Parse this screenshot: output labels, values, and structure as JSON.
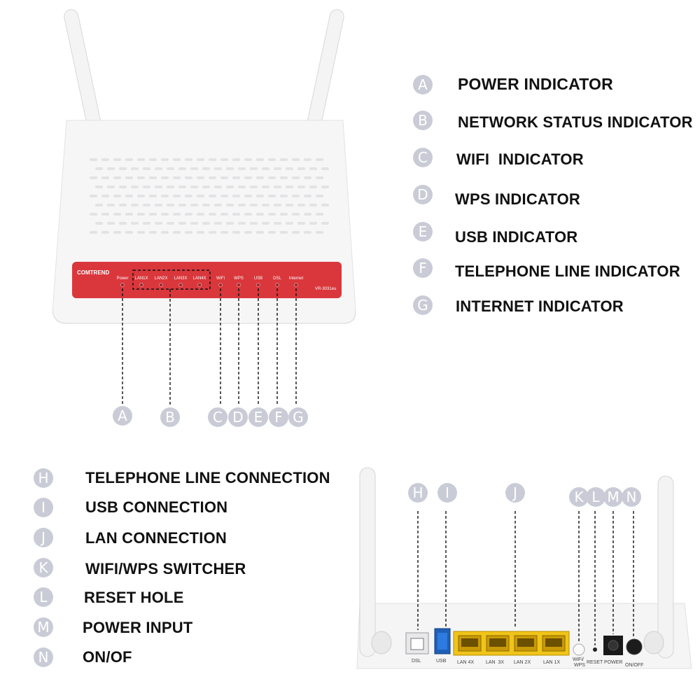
{
  "front": {
    "brand": "COMTREND",
    "model": "VR-3031eu",
    "led_labels": [
      "Power",
      "LAN1X",
      "LAN2X",
      "LAN3X",
      "LAN4X",
      "WiFi",
      "WPS",
      "USB",
      "DSL",
      "Internet"
    ],
    "callouts": [
      "A",
      "B",
      "C",
      "D",
      "E",
      "F",
      "G"
    ]
  },
  "front_legend": [
    {
      "letter": "A",
      "label": "POWER INDICATOR"
    },
    {
      "letter": "B",
      "label": "NETWORK STATUS INDICATOR"
    },
    {
      "letter": "C",
      "label": "WIFI  INDICATOR"
    },
    {
      "letter": "D",
      "label": "WPS INDICATOR"
    },
    {
      "letter": "E",
      "label": "USB INDICATOR"
    },
    {
      "letter": "F",
      "label": "TELEPHONE LINE INDICATOR"
    },
    {
      "letter": "G",
      "label": "INTERNET INDICATOR"
    }
  ],
  "back_legend": [
    {
      "letter": "H",
      "label": "TELEPHONE LINE CONNECTION"
    },
    {
      "letter": "I",
      "label": "USB CONNECTION"
    },
    {
      "letter": "J",
      "label": "LAN CONNECTION"
    },
    {
      "letter": "K",
      "label": "WIFI/WPS SWITCHER"
    },
    {
      "letter": "L",
      "label": "RESET HOLE"
    },
    {
      "letter": "M",
      "label": "POWER INPUT"
    },
    {
      "letter": "N",
      "label": "ON/OF"
    }
  ],
  "back": {
    "callouts": [
      "H",
      "I",
      "J",
      "K",
      "L",
      "M",
      "N"
    ],
    "port_labels": {
      "dsl": "DSL",
      "usb": "USB",
      "lan4": "LAN 4X",
      "lan3": "LAN  3X",
      "lan2": "LAN 2X",
      "lan1": "LAN 1X",
      "wifi_wps_1": "WiFi/",
      "wifi_wps_2": "WPS",
      "reset": "RESET",
      "power": "POWER",
      "onoff": "ON/OFF"
    }
  },
  "colors": {
    "accent_red": "#d9373c",
    "callout_grey": "#c9ccd6",
    "lan_yellow": "#f0c419"
  }
}
